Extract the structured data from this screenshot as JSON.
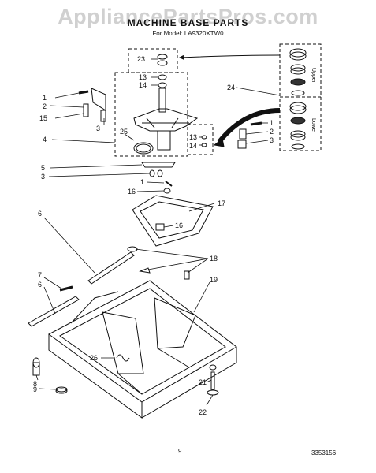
{
  "watermark": "AppliancePartsPros.com",
  "header": {
    "title": "MACHINE BASE PARTS",
    "model": "For Model: LA9320XTW0"
  },
  "inset": {
    "upper_label": "Upper",
    "lower_label": "Lower"
  },
  "callouts": {
    "c1a": "1",
    "c2a": "2",
    "c15": "15",
    "c3a": "3",
    "c4": "4",
    "c5": "5",
    "c3b": "3",
    "c23": "23",
    "c13a": "13",
    "c14a": "14",
    "c24": "24",
    "c25": "25",
    "c13b": "13",
    "c14b": "14",
    "c1b": "1",
    "c2b": "2",
    "c3c": "3",
    "c1c": "1",
    "c16a": "16",
    "c17": "17",
    "c16b": "16",
    "c6a": "6",
    "c18": "18",
    "c7": "7",
    "c6b": "6",
    "c19": "19",
    "c26": "26",
    "c8": "8",
    "c9": "9",
    "c21": "21",
    "c22": "22"
  },
  "footer": {
    "page": "9",
    "doc_number": "3353156"
  }
}
